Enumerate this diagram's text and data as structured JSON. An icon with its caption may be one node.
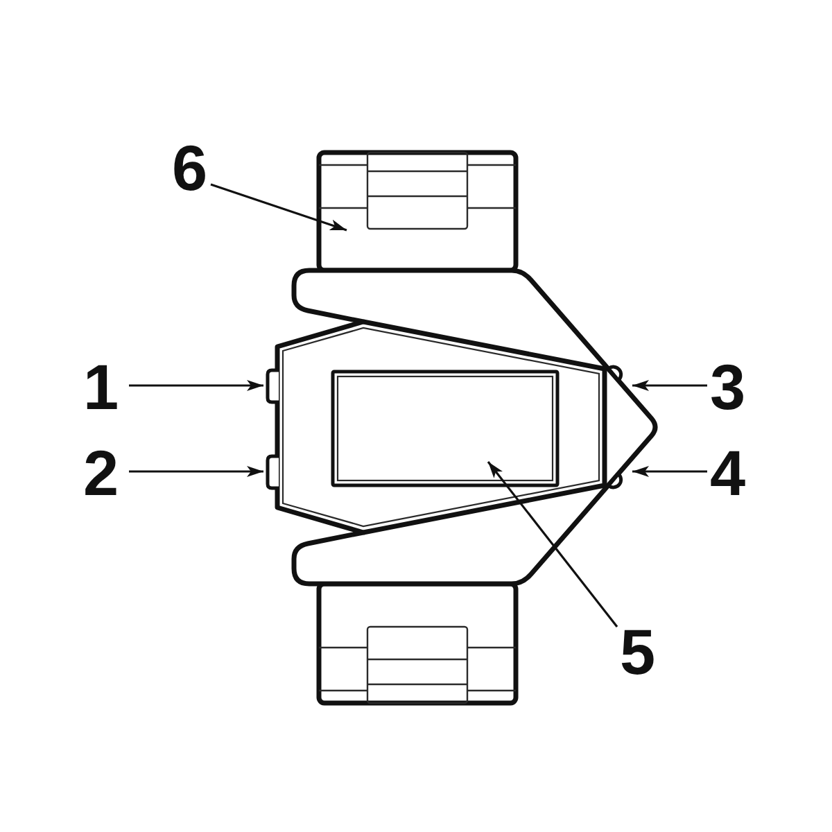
{
  "diagram": {
    "nodes": [
      {
        "text": [
          "6"
        ]
      },
      {
        "text": [],
        "shape": "box"
      },
      {
        "text": [
          "1"
        ]
      },
      {
        "text": [],
        "shape": "box"
      },
      {
        "text": [
          "3"
        ]
      },
      {
        "text": [],
        "shape": "circle"
      },
      {
        "text": [
          "2"
        ]
      },
      {
        "text": [],
        "shape": "box"
      },
      {
        "text": [
          "4"
        ]
      },
      {
        "text": [],
        "shape": "circle"
      },
      {
        "text": [
          "5"
        ]
      },
      {
        "text": [],
        "shape": "box"
      }
    ],
    "edges": [
      {
        "from": 0,
        "to": 1,
        "arrow": "to"
      },
      {
        "from": 2,
        "to": 3,
        "arrow": "to"
      },
      {
        "from": 4,
        "to": 5,
        "arrow": "to"
      },
      {
        "from": 6,
        "to": 7,
        "arrow": "to"
      },
      {
        "from": 8,
        "to": 9,
        "arrow": "to"
      },
      {
        "from": 10,
        "to": 11,
        "arrow": "to"
      }
    ]
  }
}
